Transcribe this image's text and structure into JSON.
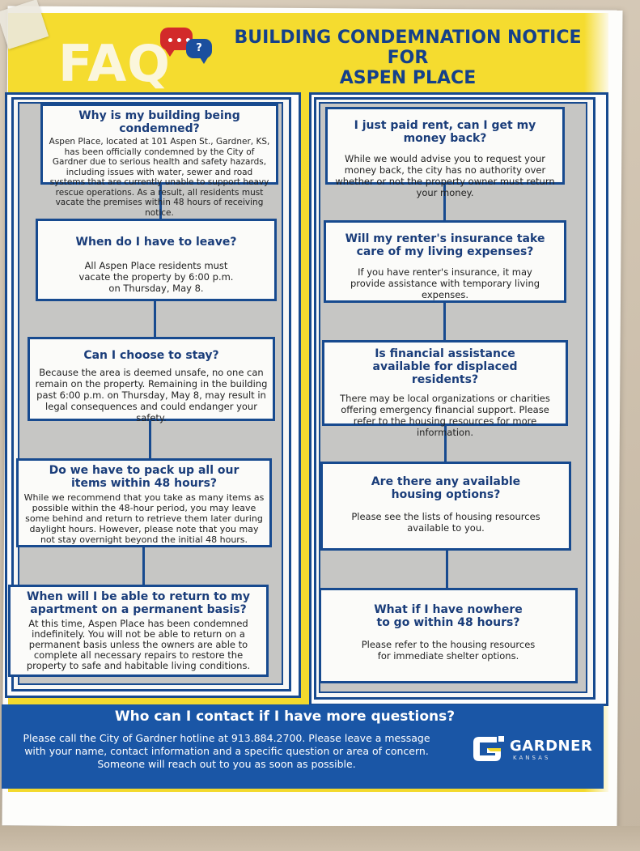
{
  "header": {
    "faq_label": "FAQ",
    "bubble_dots": "•••",
    "bubble_question": "?",
    "title_line1": "BUILDING CONDEMNATION NOTICE",
    "title_line2": "FOR",
    "title_line3": "ASPEN PLACE"
  },
  "left_column": [
    {
      "question": "Why is my building being condemned?",
      "answer": "Aspen Place, located at 101 Aspen St., Gardner, KS, has been officially condemned by the City of Gardner due to serious health and safety hazards, including issues with water, sewer and road systems that are currently unable to support heavy rescue operations. As a result, all residents must vacate the premises within 48 hours of receiving notice."
    },
    {
      "question": "When do I have to leave?",
      "answer": "All Aspen Place residents must vacate the property by 6:00 p.m. on Thursday, May 8."
    },
    {
      "question": "Can I choose to stay?",
      "answer": "Because the area is deemed unsafe, no one can remain on the property. Remaining in the building past 6:00 p.m. on Thursday, May 8, may result in legal consequences and could endanger your safety."
    },
    {
      "question": "Do we have to pack up all our items within 48 hours?",
      "answer": "While we recommend that you take as many items as possible within the 48-hour period, you may leave some behind and return to retrieve them later during daylight hours. However, please note that you may not stay overnight beyond the initial 48 hours."
    },
    {
      "question": "When will I be able to return to my apartment on a permanent basis?",
      "answer": "At this time, Aspen Place has been condemned indefinitely. You will not be able to return on a permanent basis unless the owners are able to complete all necessary repairs to restore the property to safe and habitable living conditions."
    }
  ],
  "right_column": [
    {
      "question": "I just paid rent, can I get my money back?",
      "answer": "While we would advise you to request your money back, the city has no authority over whether or not the property owner must return your money."
    },
    {
      "question": "Will my renter's insurance take care of my living expenses?",
      "answer": "If you have renter's insurance, it may provide assistance with temporary living expenses."
    },
    {
      "question": "Is financial assistance available for displaced residents?",
      "answer": "There may be local organizations or charities offering emergency financial support. Please refer to the housing resources for more information."
    },
    {
      "question": "Are there any available housing options?",
      "answer": "Please see the lists of housing resources available to you."
    },
    {
      "question": "What if I have nowhere to go within 48 hours?",
      "answer": "Please refer to the housing resources for immediate shelter options."
    }
  ],
  "footer": {
    "question": "Who can I contact if I have more questions?",
    "text": "Please call the City of Gardner hotline at 913.884.2700. Please leave a message with your name, contact information and a specific question or area of concern. Someone will reach out to you as soon as possible.",
    "logo_word": "GARDNER",
    "logo_sub": "KANSAS"
  },
  "colors": {
    "yellow": "#f5dc2f",
    "navy": "#174a8f",
    "footer_blue": "#1a56a6",
    "red_bubble": "#d22a2a"
  }
}
